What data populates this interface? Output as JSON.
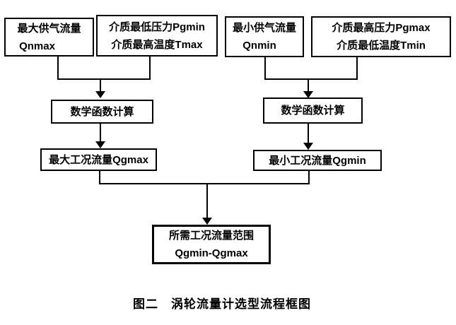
{
  "diagram": {
    "caption": "图二　涡轮流量计选型流程框图",
    "nodes": {
      "max_supply_flow": {
        "line1": "最大供气流量",
        "line2": "Qnmax"
      },
      "min_pressure_max_temp": {
        "line1": "介质最低压力Pgmin",
        "line2": "介质最高温度Tmax"
      },
      "min_supply_flow": {
        "line1": "最小供气流量",
        "line2": "Qnmin"
      },
      "max_pressure_min_temp": {
        "line1": "介质最高压力Pgmax",
        "line2": "介质最低温度Tmin"
      },
      "math_calc_left": {
        "label": "数学函数计算"
      },
      "math_calc_right": {
        "label": "数学函数计算"
      },
      "max_working_flow": {
        "label": "最大工况流量Qgmax"
      },
      "min_working_flow": {
        "label": "最小工况流量Qgmin"
      },
      "required_flow_range": {
        "line1": "所需工况流量范围",
        "line2": "Qgmin-Qgmax"
      }
    },
    "colors": {
      "line": "#000000",
      "text": "#000000",
      "background": "#ffffff"
    }
  }
}
